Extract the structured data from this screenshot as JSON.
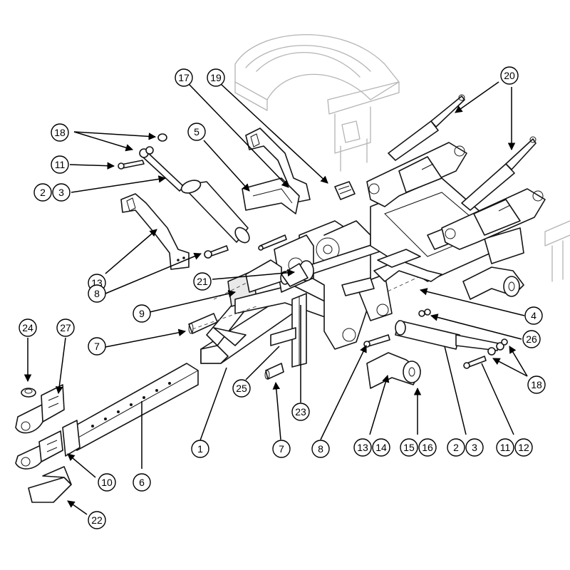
{
  "callouts": [
    {
      "id": "c17",
      "labels": [
        "17"
      ]
    },
    {
      "id": "c19",
      "labels": [
        "19"
      ]
    },
    {
      "id": "c20",
      "labels": [
        "20"
      ]
    },
    {
      "id": "c5",
      "labels": [
        "5"
      ]
    },
    {
      "id": "c18a",
      "labels": [
        "18"
      ]
    },
    {
      "id": "c11a",
      "labels": [
        "11"
      ]
    },
    {
      "id": "c2_3a",
      "labels": [
        "2",
        "3"
      ]
    },
    {
      "id": "c13a",
      "labels": [
        "13"
      ]
    },
    {
      "id": "c21",
      "labels": [
        "21"
      ]
    },
    {
      "id": "c8a",
      "labels": [
        "8"
      ]
    },
    {
      "id": "c9",
      "labels": [
        "9"
      ]
    },
    {
      "id": "c4",
      "labels": [
        "4"
      ]
    },
    {
      "id": "c7a",
      "labels": [
        "7"
      ]
    },
    {
      "id": "c26",
      "labels": [
        "26"
      ]
    },
    {
      "id": "c24",
      "labels": [
        "24"
      ]
    },
    {
      "id": "c27",
      "labels": [
        "27"
      ]
    },
    {
      "id": "c18b",
      "labels": [
        "18"
      ]
    },
    {
      "id": "c25",
      "labels": [
        "25"
      ]
    },
    {
      "id": "c23",
      "labels": [
        "23"
      ]
    },
    {
      "id": "c1",
      "labels": [
        "1"
      ]
    },
    {
      "id": "c7b",
      "labels": [
        "7"
      ]
    },
    {
      "id": "c8b",
      "labels": [
        "8"
      ]
    },
    {
      "id": "c13_14",
      "labels": [
        "13",
        "14"
      ]
    },
    {
      "id": "c15_16",
      "labels": [
        "15",
        "16"
      ]
    },
    {
      "id": "c2_3b",
      "labels": [
        "2",
        "3"
      ]
    },
    {
      "id": "c11_12",
      "labels": [
        "11",
        "12"
      ]
    },
    {
      "id": "c10",
      "labels": [
        "10"
      ]
    },
    {
      "id": "c6",
      "labels": [
        "6"
      ]
    },
    {
      "id": "c22",
      "labels": [
        "22"
      ]
    }
  ]
}
